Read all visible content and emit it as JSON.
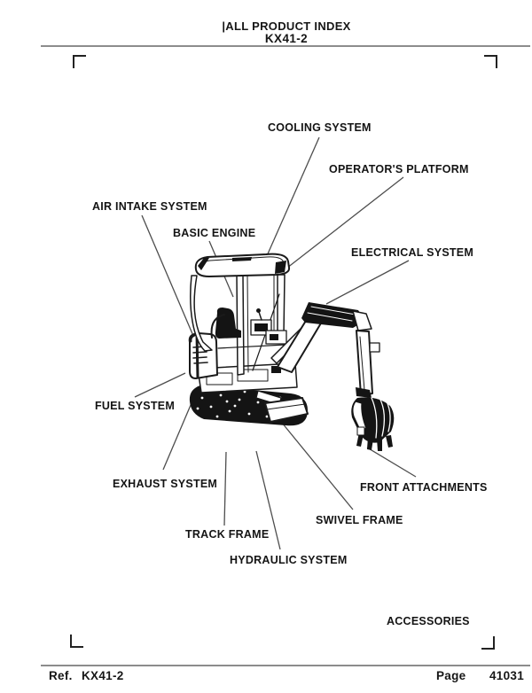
{
  "header": {
    "title": "|ALL PRODUCT INDEX",
    "model": "KX41-2"
  },
  "diagram": {
    "subject": "KX41-2 compact excavator product index illustration",
    "labels": [
      {
        "id": "cooling-system",
        "text": "COOLING SYSTEM"
      },
      {
        "id": "operators-platform",
        "text": "OPERATOR'S PLATFORM"
      },
      {
        "id": "air-intake-system",
        "text": "AIR INTAKE SYSTEM"
      },
      {
        "id": "basic-engine",
        "text": "BASIC ENGINE"
      },
      {
        "id": "electrical-system",
        "text": "ELECTRICAL SYSTEM"
      },
      {
        "id": "fuel-system",
        "text": "FUEL SYSTEM"
      },
      {
        "id": "exhaust-system",
        "text": "EXHAUST SYSTEM"
      },
      {
        "id": "front-attachments",
        "text": "FRONT ATTACHMENTS"
      },
      {
        "id": "swivel-frame",
        "text": "SWIVEL FRAME"
      },
      {
        "id": "track-frame",
        "text": "TRACK FRAME"
      },
      {
        "id": "hydraulic-system",
        "text": "HYDRAULIC SYSTEM"
      },
      {
        "id": "accessories",
        "text": "ACCESSORIES"
      }
    ]
  },
  "footer": {
    "ref_label": "Ref.",
    "ref_value": "KX41-2",
    "page_label": "Page",
    "page_value": "41031"
  },
  "colors": {
    "paper": "#ffffff",
    "ink": "#1a1a1a",
    "rule": "#8c8c8c",
    "leader_line": "#4d4d4d"
  }
}
